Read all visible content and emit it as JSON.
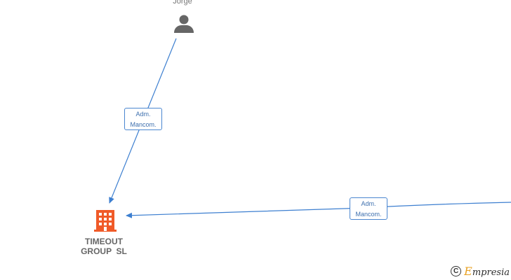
{
  "diagram": {
    "person": {
      "name": "Jorge",
      "icon": "person-icon"
    },
    "company": {
      "line1": "TIMEOUT",
      "line2": "GROUP  SL",
      "icon": "building-icon"
    },
    "edges": [
      {
        "line1": "Adm.",
        "line2": "Mancom."
      },
      {
        "line1": "Adm.",
        "line2": "Mancom."
      }
    ]
  },
  "brand": {
    "copyright": "C",
    "initial": "E",
    "name": "mpresia"
  },
  "colors": {
    "edge": "#3d7fd0",
    "company": "#f05a28",
    "person": "#666666"
  }
}
